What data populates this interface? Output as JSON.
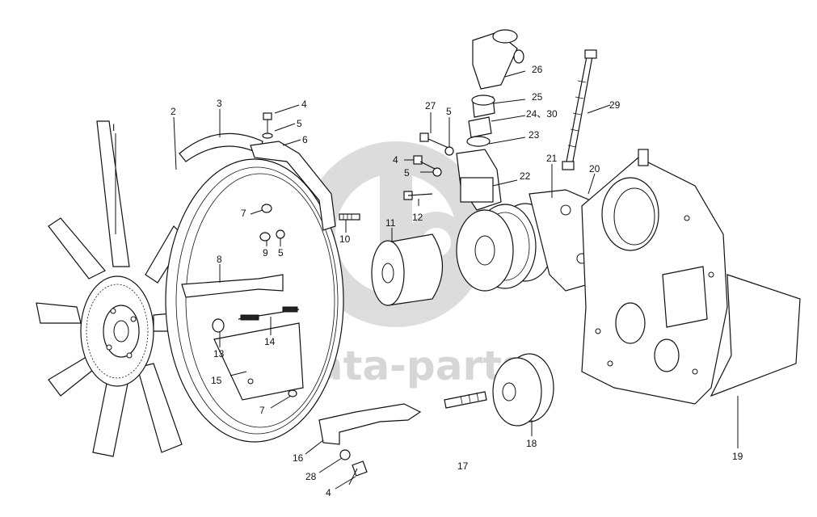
{
  "watermark": {
    "text": "data-parts"
  },
  "callouts": [
    {
      "id": "c-1",
      "text": "I"
    },
    {
      "id": "c-2",
      "text": "2"
    },
    {
      "id": "c-3",
      "text": "3"
    },
    {
      "id": "c-4a",
      "text": "4"
    },
    {
      "id": "c-5a",
      "text": "5"
    },
    {
      "id": "c-6",
      "text": "6"
    },
    {
      "id": "c-7a",
      "text": "7"
    },
    {
      "id": "c-9",
      "text": "9"
    },
    {
      "id": "c-5b",
      "text": "5"
    },
    {
      "id": "c-10",
      "text": "10"
    },
    {
      "id": "c-8",
      "text": "8"
    },
    {
      "id": "c-11",
      "text": "11"
    },
    {
      "id": "c-13",
      "text": "13"
    },
    {
      "id": "c-14",
      "text": "14"
    },
    {
      "id": "c-15",
      "text": "15"
    },
    {
      "id": "c-7b",
      "text": "7"
    },
    {
      "id": "c-16",
      "text": "16"
    },
    {
      "id": "c-28",
      "text": "28"
    },
    {
      "id": "c-4d",
      "text": "4"
    },
    {
      "id": "c-17",
      "text": "17"
    },
    {
      "id": "c-18",
      "text": "18"
    },
    {
      "id": "c-19",
      "text": "19"
    },
    {
      "id": "c-20",
      "text": "20"
    },
    {
      "id": "c-21",
      "text": "21"
    },
    {
      "id": "c-22",
      "text": "22"
    },
    {
      "id": "c-12",
      "text": "12"
    },
    {
      "id": "c-4b",
      "text": "4"
    },
    {
      "id": "c-5c",
      "text": "5"
    },
    {
      "id": "c-27",
      "text": "27"
    },
    {
      "id": "c-5d",
      "text": "5"
    },
    {
      "id": "c-23",
      "text": "23"
    },
    {
      "id": "c-24-30",
      "text": "24、30"
    },
    {
      "id": "c-25",
      "text": "25"
    },
    {
      "id": "c-26",
      "text": "26"
    },
    {
      "id": "c-29",
      "text": "29"
    }
  ]
}
